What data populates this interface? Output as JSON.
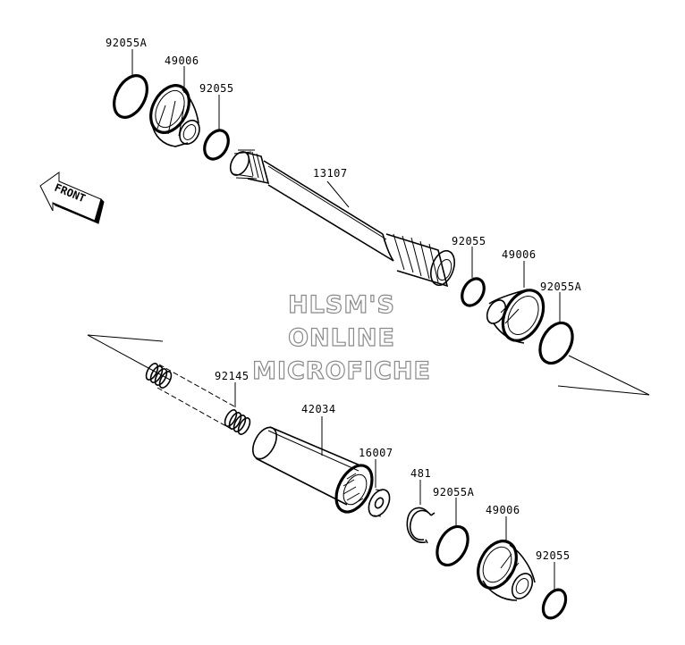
{
  "parts": {
    "o_ring_upper_left": "92055A",
    "boot_upper_left": "49006",
    "o_ring_small_upper_left": "92055",
    "shaft": "13107",
    "o_ring_small_mid": "92055",
    "boot_mid": "49006",
    "o_ring_mid_right": "92055A",
    "spring": "92145",
    "coupling": "42034",
    "washer": "16007",
    "circlip": "481",
    "o_ring_lower": "92055A",
    "boot_lower": "49006",
    "o_ring_small_lower": "92055"
  },
  "direction_label": "FRONT",
  "watermark": {
    "line1": "HLSM'S",
    "line2": "ONLINE",
    "line3": "MICROFICHE"
  }
}
